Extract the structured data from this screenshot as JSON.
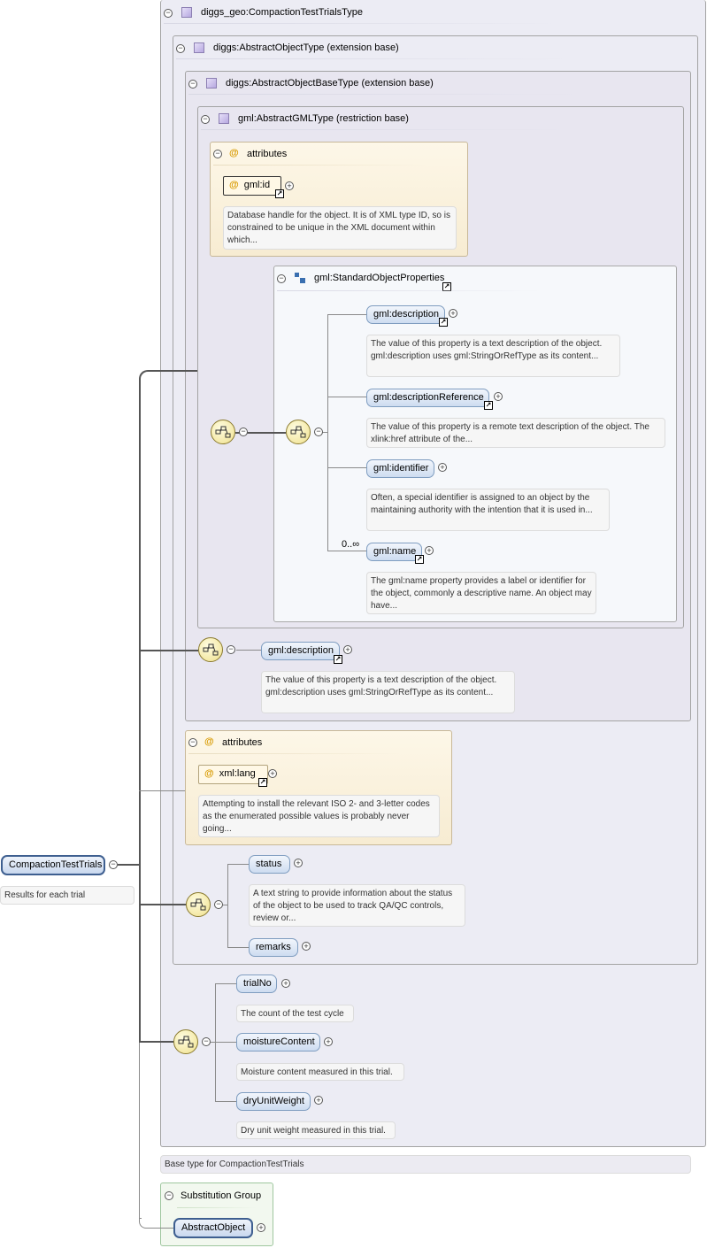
{
  "diagram": {
    "root": {
      "name": "CompactionTestTrials",
      "doc": "Results for each trial"
    },
    "type_box": {
      "title": "diggs_geo:CompactionTestTrialsType",
      "doc": "Base type for CompactionTestTrials"
    },
    "abstract_object": {
      "title": "diggs:AbstractObjectType (extension base)"
    },
    "abstract_object_base": {
      "title": "diggs:AbstractObjectBaseType (extension base)"
    },
    "abstract_gml": {
      "title": "gml:AbstractGMLType (restriction base)"
    },
    "gml_attributes": {
      "title": "attributes",
      "attr_name": "gml:id",
      "attr_doc": "Database handle for the object. It is of XML type ID, so is constrained to be unique in the XML document within which..."
    },
    "std_props": {
      "title": "gml:StandardObjectProperties",
      "items": [
        {
          "name": "gml:description",
          "doc": "The value of this property is a text description of the object. gml:description uses gml:StringOrRefType as its content..."
        },
        {
          "name": "gml:descriptionReference",
          "doc": "The value of this property is a remote text description of the object. The xlink:href attribute of the..."
        },
        {
          "name": "gml:identifier",
          "doc": "Often, a special identifier is assigned to an object by the maintaining authority with the intention that it is used in..."
        },
        {
          "name": "gml:name",
          "doc": "The gml:name property provides a label or identifier for the object, commonly a descriptive name. An object may have...",
          "occurs": "0..∞"
        }
      ]
    },
    "base_description": {
      "name": "gml:description",
      "doc": "The value of this property is a text description of the object. gml:description uses gml:StringOrRefType as its content..."
    },
    "lang_attributes": {
      "title": "attributes",
      "attr_name": "xml:lang",
      "attr_doc": "Attempting to install the relevant ISO 2- and 3-letter codes as the enumerated possible values is probably never going..."
    },
    "object_seq": {
      "items": [
        {
          "name": "status",
          "doc": "A text string to provide information about the status of the object to be used to track QA/QC controls, review or..."
        },
        {
          "name": "remarks"
        }
      ]
    },
    "trial_seq": {
      "items": [
        {
          "name": "trialNo",
          "doc": "The count of the test cycle"
        },
        {
          "name": "moistureContent",
          "doc": "Moisture content measured in this trial."
        },
        {
          "name": "dryUnitWeight",
          "doc": "Dry unit weight measured in this trial."
        }
      ]
    },
    "substitution": {
      "title": "Substitution Group",
      "member": "AbstractObject"
    },
    "colors": {
      "element_border": "#7f9dc0",
      "attribute_accent": "#d89a00",
      "type_box": "#ececf4",
      "compositor": "#efe08c"
    }
  }
}
